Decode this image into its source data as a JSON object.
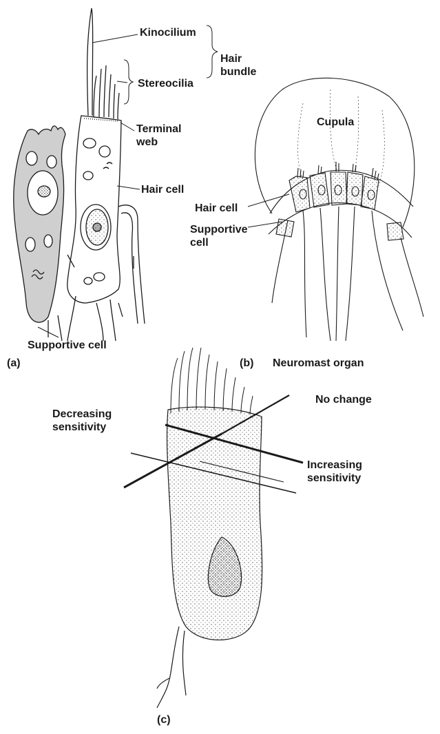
{
  "panel_a": {
    "tag": "(a)",
    "labels": {
      "kinocilium": "Kinocilium",
      "stereocilia": "Stereocilia",
      "hair_bundle": "Hair\nbundle",
      "terminal_web": "Terminal\nweb",
      "hair_cell": "Hair cell",
      "supportive_cell": "Supportive cell"
    }
  },
  "panel_b": {
    "tag": "(b)",
    "title": "Neuromast organ",
    "labels": {
      "cupula": "Cupula",
      "hair_cell": "Hair cell",
      "supportive_cell": "Supportive\ncell"
    }
  },
  "panel_c": {
    "tag": "(c)",
    "labels": {
      "no_change": "No change",
      "decreasing": "Decreasing\nsensitivity",
      "increasing": "Increasing\nsensitivity"
    }
  },
  "colors": {
    "ink": "#1a1a1a",
    "supportive_fill": "#cfcfcf",
    "background": "#ffffff"
  }
}
